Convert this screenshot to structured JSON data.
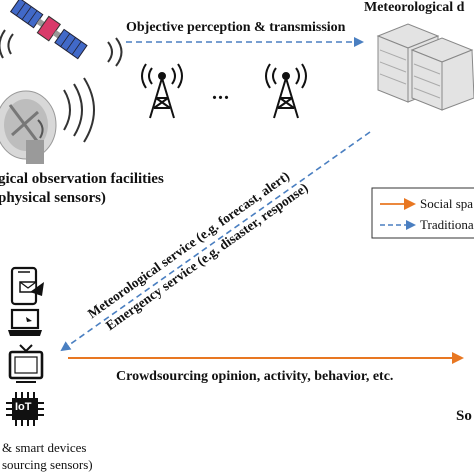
{
  "labels": {
    "objective": "Objective perception & transmission",
    "meteo_data": "Meteorological d",
    "dots": "...",
    "facilities_line1": "gical observation facilities",
    "facilities_line2": "physical sensors)",
    "met_service": "Meteorological service (e.g. forecast, alert)",
    "emg_service": "Emergency service (e.g. disaster, response)",
    "crowd": "Crowdsourcing opinion, activity, behavior, etc.",
    "devices_line1": "& smart devices",
    "devices_line2": "sourcing sensors)",
    "soc_right": "So",
    "iot": "IoT"
  },
  "legend": {
    "social": "Social spa",
    "traditional": "Traditiona"
  },
  "colors": {
    "orange": "#e87722",
    "blue_dash": "#4a7fc1",
    "satellite_panel": "#4169c8",
    "satellite_body": "#d93a6a"
  }
}
